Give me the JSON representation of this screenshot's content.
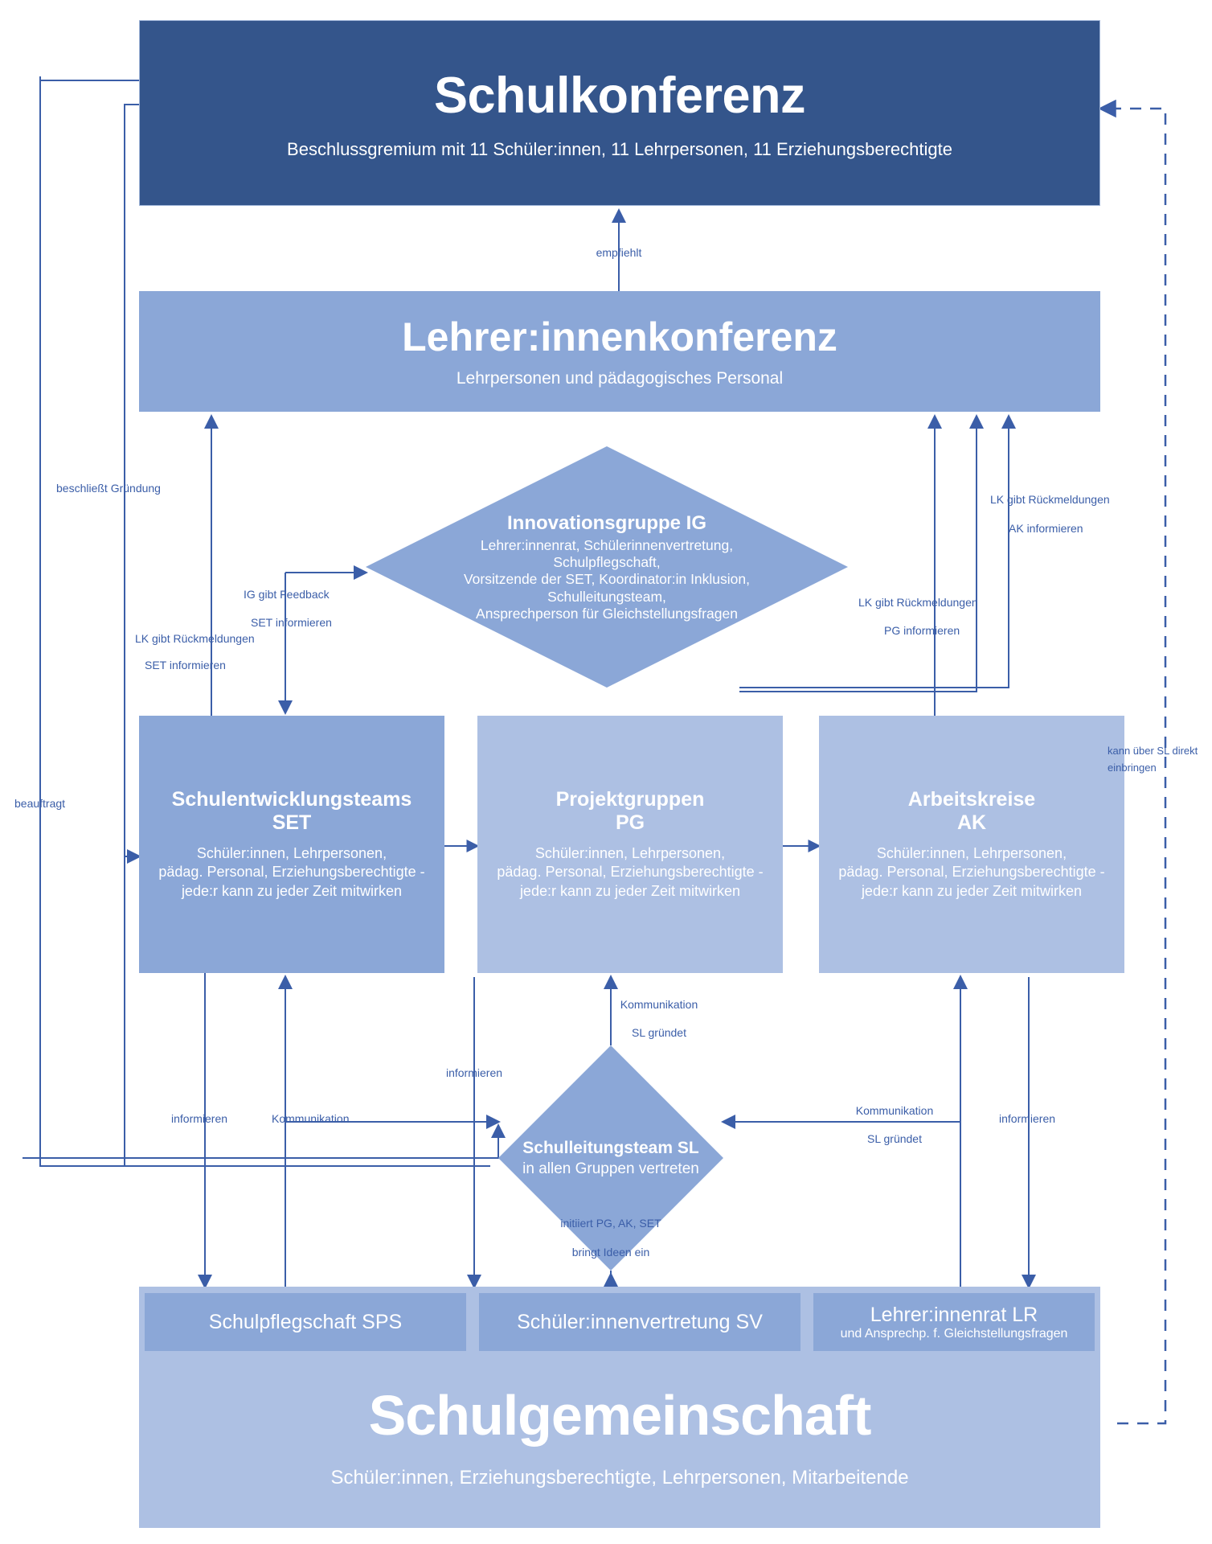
{
  "title": "Schulische Mitwirkungsstruktur",
  "colors": {
    "dark_blue": "#34558b",
    "mid_blue": "#8ba7d7",
    "light_blue": "#adc0e3",
    "arrow_blue": "#3b5ea8",
    "text_white": "#ffffff"
  },
  "nodes": {
    "schulkonferenz": {
      "title": "Schulkonferenz",
      "subtitle": "Beschlussgremium mit 11 Schüler:innen, 11 Lehrpersonen, 11 Erziehungsberechtigte"
    },
    "lehrerinnenkonferenz": {
      "title": "Lehrer:innenkonferenz",
      "subtitle": "Lehrpersonen und pädagogisches Personal"
    },
    "innovationsgruppe": {
      "title": "Innovationsgruppe IG",
      "line1": "Lehrer:innenrat, Schülerinnenvertretung, Schulpflegschaft,",
      "line2": "Vorsitzende der SET, Koordinator:in Inklusion,",
      "line3": "Schulleitungsteam,",
      "line4": "Ansprechperson für Gleichstellungsfragen"
    },
    "set": {
      "title": "Schulentwicklungsteams",
      "abbr": "SET",
      "members_line1": "Schüler:innen, Lehrpersonen,",
      "members_line2": "pädag. Personal, Erziehungsberechtigte -",
      "members_line3": "jede:r kann zu jeder Zeit mitwirken"
    },
    "pg": {
      "title": "Projektgruppen",
      "abbr": "PG",
      "members_line1": "Schüler:innen, Lehrpersonen,",
      "members_line2": "pädag. Personal, Erziehungsberechtigte -",
      "members_line3": "jede:r kann zu jeder Zeit mitwirken"
    },
    "ak": {
      "title": "Arbeitskreise",
      "abbr": "AK",
      "members_line1": "Schüler:innen, Lehrpersonen,",
      "members_line2": "pädag. Personal, Erziehungsberechtigte -",
      "members_line3": "jede:r kann zu jeder Zeit mitwirken"
    },
    "schulleitungsteam": {
      "title": "Schulleitungsteam SL",
      "subtitle": "in allen Gruppen vertreten"
    },
    "schulpflegschaft": {
      "title": "Schulpflegschaft SPS"
    },
    "schuelervertretung": {
      "title": "Schüler:innenvertretung SV"
    },
    "lehrerinnenrat": {
      "title": "Lehrer:innenrat LR",
      "subtitle": "und Ansprechp. f. Gleichstellungsfragen"
    },
    "schulgemeinschaft": {
      "title": "Schulgemeinschaft",
      "subtitle": "Schüler:innen, Erziehungsberechtigte, Lehrpersonen, Mitarbeitende"
    }
  },
  "edge_labels": {
    "empfiehlt": "empfiehlt",
    "beschliesst_gruendung": "beschließt Gründung",
    "beauftragt": "beauftragt",
    "ig_gibt_feedback": "IG gibt Feedback",
    "set_informieren_top": "SET informieren",
    "lk_rueckmeldungen_left": "LK gibt Rückmeldungen",
    "set_informieren_left": "SET informieren",
    "lk_rueckmeldungen_right_top": "LK gibt Rückmeldungen",
    "ak_informieren": "AK informieren",
    "lk_rueckmeldungen_right_mid": "LK gibt Rückmeldungen",
    "pg_informieren": "PG informieren",
    "kann_ueber_sl_1": "kann über SL direkt",
    "kann_ueber_sl_2": "einbringen",
    "kommunikation_mid": "Kommunikation",
    "sl_gruendet_mid": "SL gründet",
    "kommunikation_right": "Kommunikation",
    "sl_gruendet_right": "SL gründet",
    "kommunikation_left": "Kommunikation",
    "informieren_left": "informieren",
    "informieren_mid": "informieren",
    "informieren_right": "informieren",
    "initiiert": "initiiert PG, AK, SET",
    "bringt_ideen_ein": "bringt Ideen ein"
  }
}
